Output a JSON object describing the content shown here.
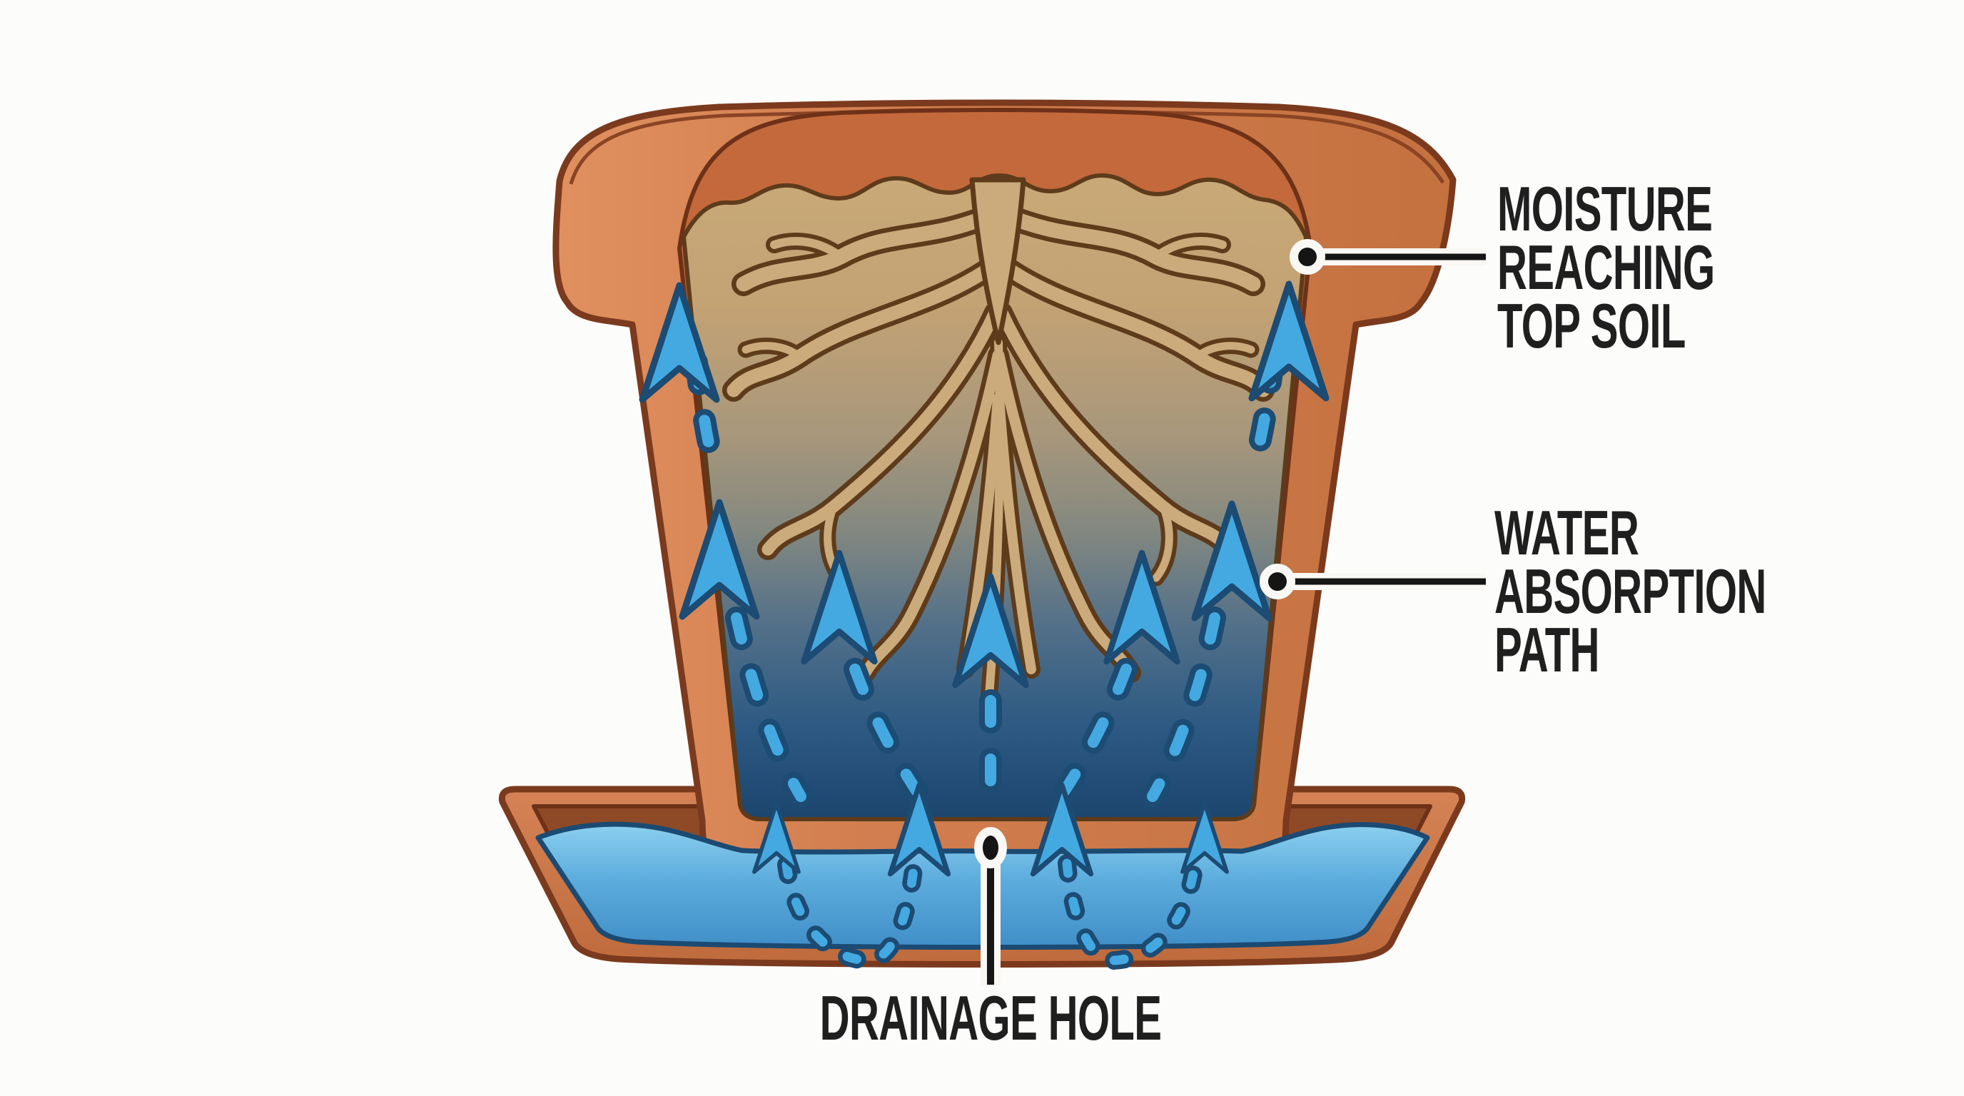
{
  "diagram": {
    "subject": "terracotta pot cross-section showing bottom watering",
    "labels": {
      "moisture_reaching_top_soil": {
        "lines": [
          "MOISTURE",
          "REACHING",
          "TOP SOIL"
        ]
      },
      "water_absorption_path": {
        "lines": [
          "WATER",
          "ABSORPTION",
          "PATH"
        ]
      },
      "drainage_hole": {
        "lines": [
          "DRAINAGE HOLE"
        ]
      }
    }
  },
  "labels": {
    "moisture_reaching_top_soil": {
      "lines": [
        "MOISTURE",
        "REACHING",
        "TOP SOIL"
      ]
    },
    "water_absorption_path": {
      "lines": [
        "WATER",
        "ABSORPTION",
        "PATH"
      ]
    },
    "drainage_hole": {
      "lines": [
        "DRAINAGE HOLE"
      ]
    }
  },
  "icons": {
    "water_flow_arrow": "up-arrow",
    "flow_trail": "dashed-line",
    "leader_dot": "filled-circle",
    "drainage_hole": "dark-oval"
  },
  "colors": {
    "background": "#FCFCFA",
    "pot_terracotta": "#D07C4F",
    "pot_terracotta_light": "#E1925F",
    "pot_outline": "#7B3A1D",
    "pot_inner_wall": "#C4693B",
    "soil_dry": "#C8A977",
    "soil_wet": "#1D476F",
    "root_fill": "#CBAB7B",
    "root_outline": "#5D3B1B",
    "water_light": "#8ED2F0",
    "water_deep": "#3E8CC6",
    "water_outline": "#1B4A72",
    "saucer_interior": "#8E4A27",
    "arrow_fill": "#44A9E0",
    "arrow_outline": "#1C4B73",
    "label_text": "#1F1F1F",
    "leader_line": "#161616"
  }
}
